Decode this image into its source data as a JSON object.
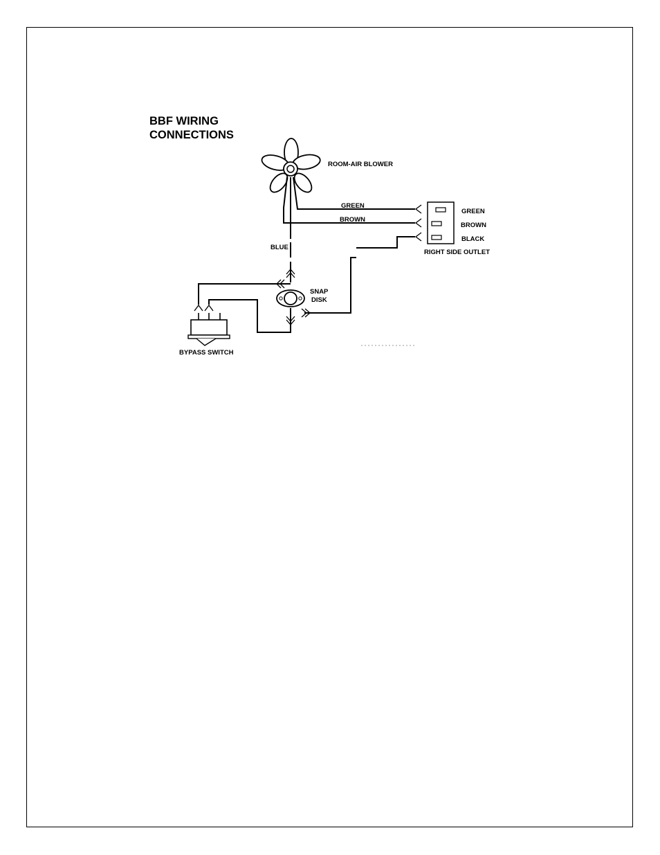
{
  "title": {
    "line1": "BBF WIRING",
    "line2": "CONNECTIONS"
  },
  "components": {
    "blower": "ROOM-AIR BLOWER",
    "snap_disk_line1": "SNAP",
    "snap_disk_line2": "DISK",
    "bypass_switch": "BYPASS SWITCH",
    "outlet": "RIGHT SIDE OUTLET"
  },
  "wires": {
    "green": "GREEN",
    "brown": "BROWN",
    "blue": "BLUE"
  },
  "outlet_terminals": [
    "GREEN",
    "BROWN",
    "BLACK"
  ]
}
